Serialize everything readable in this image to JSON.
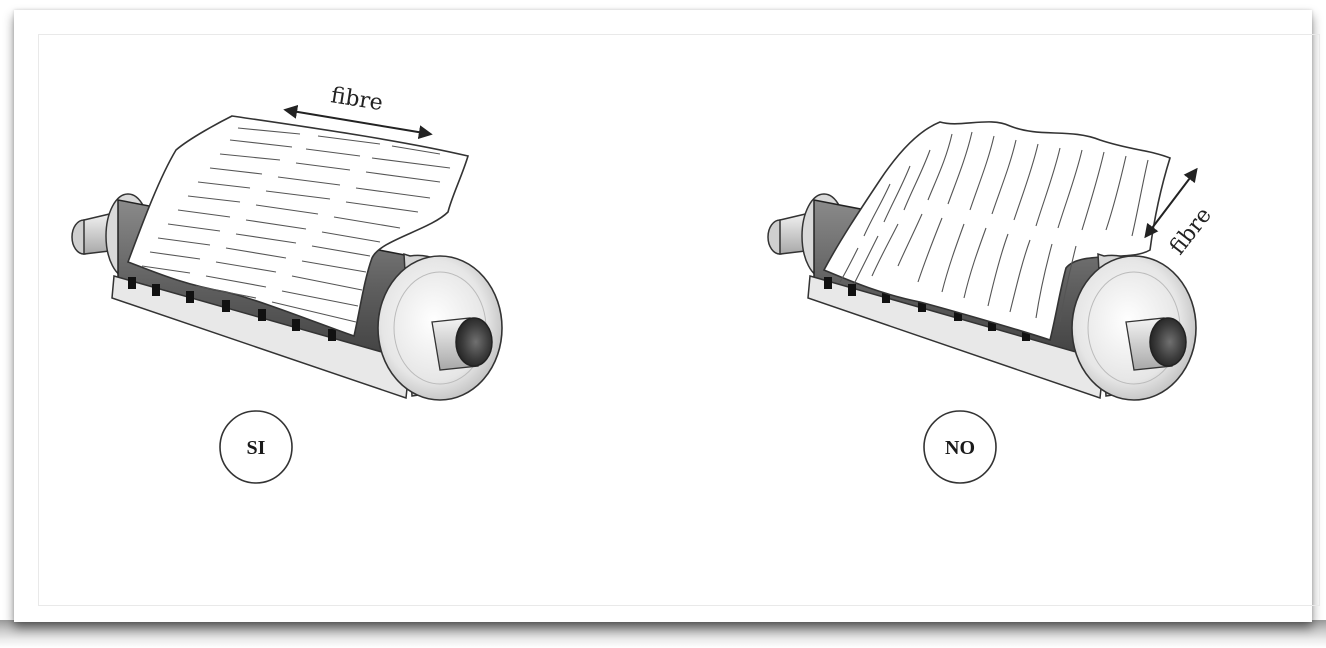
{
  "diagrams": [
    {
      "id": "correct",
      "fibre_label": "fibre",
      "verdict": "SI"
    },
    {
      "id": "wrong",
      "fibre_label": "fibre",
      "verdict": "NO"
    }
  ]
}
